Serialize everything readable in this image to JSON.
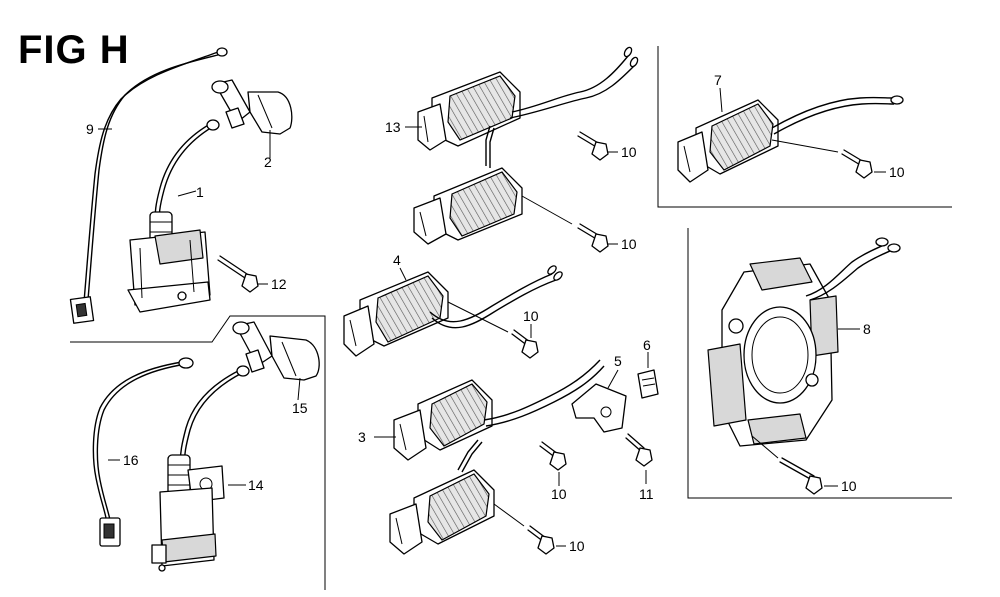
{
  "figure": {
    "title": "FIG H"
  },
  "callouts": {
    "c1": "1",
    "c2": "2",
    "c3": "3",
    "c4": "4",
    "c5": "5",
    "c6": "6",
    "c7": "7",
    "c8": "8",
    "c9": "9",
    "c10a": "10",
    "c10b": "10",
    "c10c": "10",
    "c10d": "10",
    "c10e": "10",
    "c10f": "10",
    "c10g": "10",
    "c11": "11",
    "c12": "12",
    "c13": "13",
    "c14": "14",
    "c15": "15",
    "c16": "16"
  }
}
